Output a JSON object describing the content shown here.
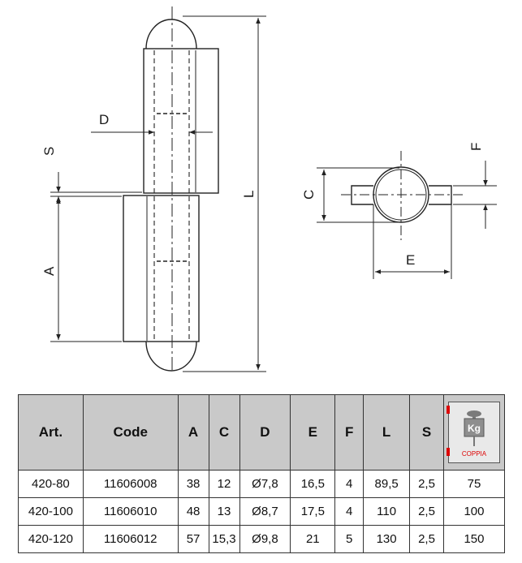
{
  "drawing": {
    "dimension_labels": {
      "D": "D",
      "S": "S",
      "A": "A",
      "L": "L",
      "C": "C",
      "F": "F",
      "E": "E"
    }
  },
  "table": {
    "headers": [
      "Art.",
      "Code",
      "A",
      "C",
      "D",
      "E",
      "F",
      "L",
      "S"
    ],
    "weight_header": {
      "icon": "weight-kg-icon",
      "icon_text": "Kg",
      "brand": "COPPIA",
      "accent_color": "#d00000"
    },
    "rows": [
      [
        "420-80",
        "11606008",
        "38",
        "12",
        "Ø7,8",
        "16,5",
        "4",
        "89,5",
        "2,5",
        "75"
      ],
      [
        "420-100",
        "11606010",
        "48",
        "13",
        "Ø8,7",
        "17,5",
        "4",
        "110",
        "2,5",
        "100"
      ],
      [
        "420-120",
        "11606012",
        "57",
        "15,3",
        "Ø9,8",
        "21",
        "5",
        "130",
        "2,5",
        "150"
      ]
    ]
  }
}
